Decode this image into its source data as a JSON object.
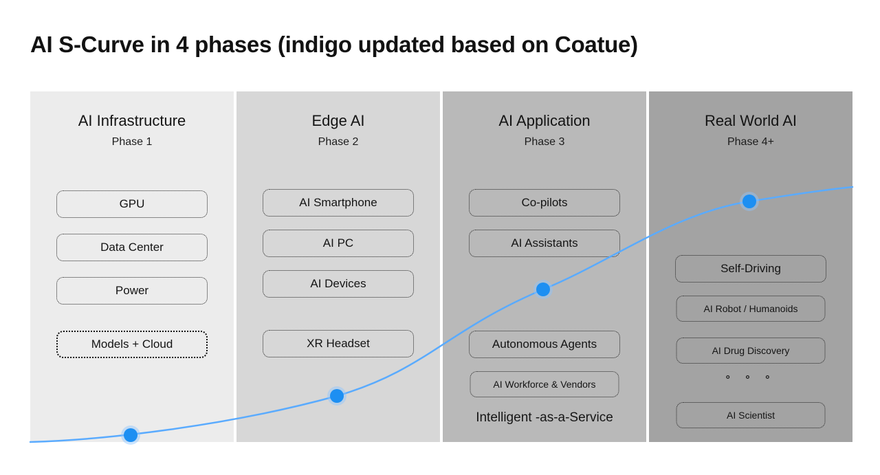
{
  "title": "AI S-Curve in 4 phases (indigo updated based on Coatue)",
  "colors": {
    "phase1_bg": "#ececec",
    "phase2_bg": "#d7d7d7",
    "phase3_bg": "#b9b9b9",
    "phase4_bg": "#a3a3a3",
    "curve": "#5aabff",
    "dot": "#1d8ff2",
    "dot_halo": "#8ec6ff",
    "text": "#161616"
  },
  "phases": [
    {
      "name": "AI Infrastructure",
      "phase": "Phase 1",
      "items": [
        "GPU",
        "Data Center",
        "Power",
        "Models + Cloud"
      ]
    },
    {
      "name": "Edge AI",
      "phase": "Phase 2",
      "items": [
        "AI Smartphone",
        "AI PC",
        "AI Devices",
        "XR Headset"
      ]
    },
    {
      "name": "AI Application",
      "phase": "Phase 3",
      "items": [
        "Co-pilots",
        "AI Assistants",
        "Autonomous Agents",
        "AI Workforce & Vendors"
      ],
      "caption": "Intelligent -as-a-Service"
    },
    {
      "name": "Real World AI",
      "phase": "Phase 4+",
      "items": [
        "Self-Driving",
        "AI Robot / Humanoids",
        "AI Drug Discovery",
        "AI Scientist"
      ],
      "separator": "° ° °"
    }
  ],
  "curve": {
    "type": "s-curve",
    "description": "Blue S-curve rising left to right with one milestone dot per phase",
    "milestones": [
      "Phase 1",
      "Phase 2",
      "Phase 3",
      "Phase 4+"
    ]
  }
}
